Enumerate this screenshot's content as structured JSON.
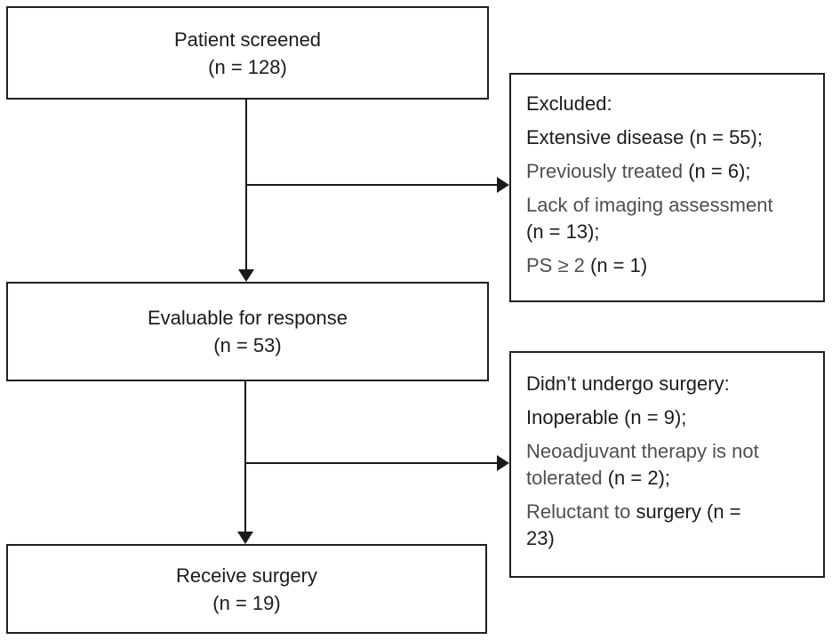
{
  "main": {
    "screened": {
      "line1": "Patient screened",
      "line2": "(n = 128)"
    },
    "evaluable": {
      "line1": "Evaluable for response",
      "line2": "(n = 53)"
    },
    "receive": {
      "line1": "Receive surgery",
      "line2": "(n = 19)"
    }
  },
  "excluded": {
    "lines": [
      {
        "parts": [
          {
            "t": "Excluded:"
          }
        ]
      },
      {
        "parts": [
          {
            "t": "Extensive disease (n = 55);"
          }
        ]
      },
      {
        "parts": [
          {
            "t": "Previously treated "
          },
          {
            "t": "(n = 6);"
          }
        ]
      },
      {
        "parts": [
          {
            "t": "Lack of imaging assessment"
          }
        ]
      },
      {
        "parts": [
          {
            "t": "(n = 13);"
          }
        ]
      },
      {
        "parts": [
          {
            "t": "PS ≥ 2 "
          },
          {
            "t": "(n = 1)"
          }
        ]
      }
    ]
  },
  "no_surgery": {
    "lines": [
      {
        "parts": [
          {
            "t": "Didn’t undergo surgery:"
          }
        ]
      },
      {
        "parts": [
          {
            "t": "Inoperable (n = 9);"
          }
        ]
      },
      {
        "parts": [
          {
            "t": "Neoadjuvant therapy is not"
          }
        ]
      },
      {
        "parts": [
          {
            "t": "tolerated "
          },
          {
            "t": "(n = 2);"
          }
        ]
      },
      {
        "parts": [
          {
            "t": "Reluctant to "
          },
          {
            "t": "surgery (n ="
          }
        ]
      },
      {
        "parts": [
          {
            "t": "23)"
          }
        ]
      }
    ]
  },
  "colors": {
    "text_dark": "#1c1c1c",
    "text_gray": "#4f4f4f",
    "line": "#1a1a1a",
    "background": "#ffffff"
  }
}
